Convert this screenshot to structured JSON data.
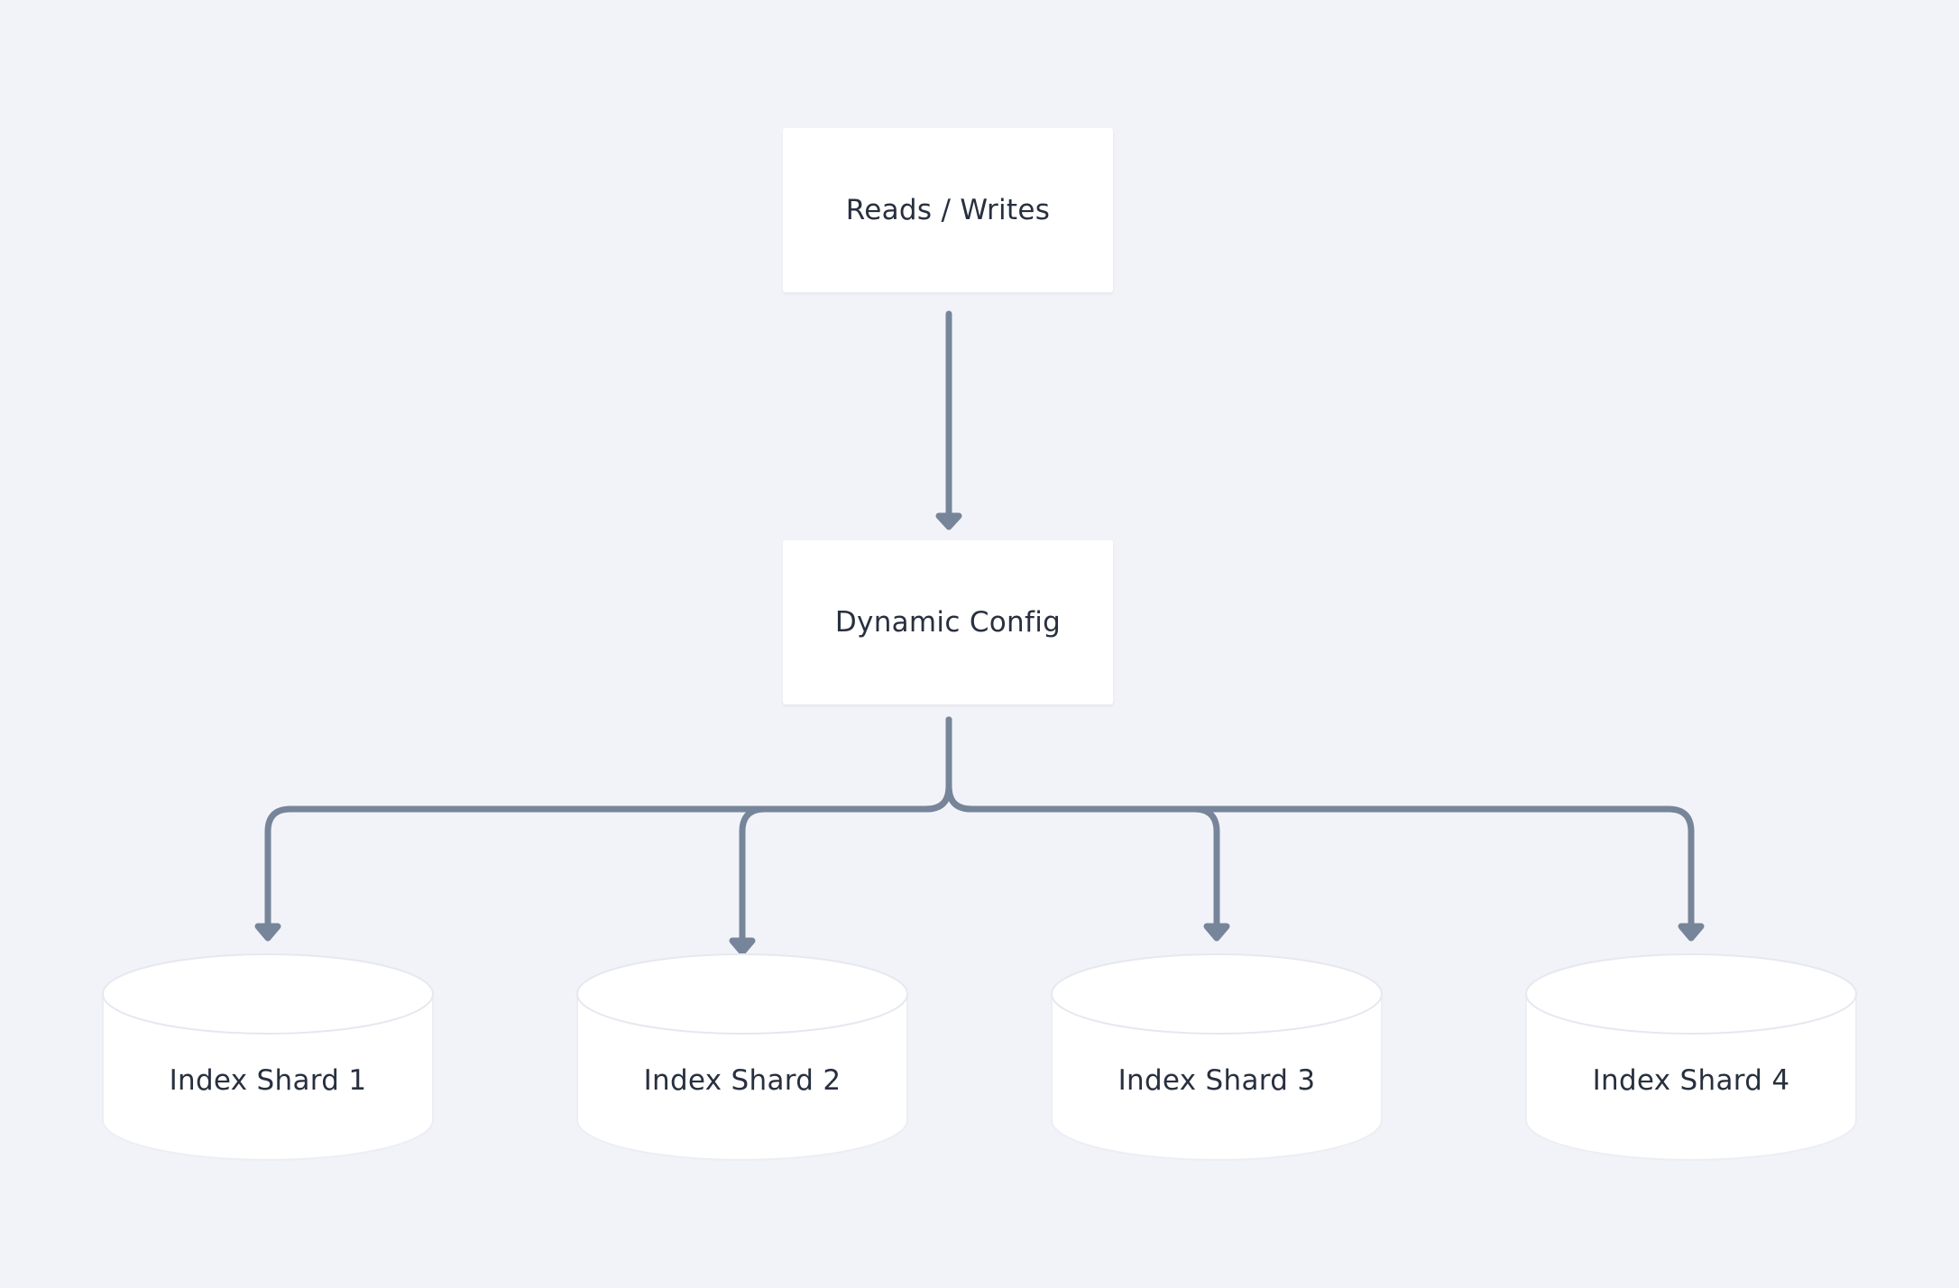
{
  "nodes": {
    "reads_writes": {
      "label": "Reads / Writes"
    },
    "dynamic_config": {
      "label": "Dynamic Config"
    },
    "shards": [
      {
        "label": "Index Shard 1"
      },
      {
        "label": "Index Shard 2"
      },
      {
        "label": "Index Shard 3"
      },
      {
        "label": "Index Shard 4"
      }
    ]
  },
  "edges": [
    {
      "from": "Reads / Writes",
      "to": "Dynamic Config"
    },
    {
      "from": "Dynamic Config",
      "to": "Index Shard 1"
    },
    {
      "from": "Dynamic Config",
      "to": "Index Shard 2"
    },
    {
      "from": "Dynamic Config",
      "to": "Index Shard 3"
    },
    {
      "from": "Dynamic Config",
      "to": "Index Shard 4"
    }
  ],
  "colors": {
    "background": "#f2f3f8",
    "node_fill": "#ffffff",
    "edge": "#77859a",
    "text": "#28303f"
  }
}
